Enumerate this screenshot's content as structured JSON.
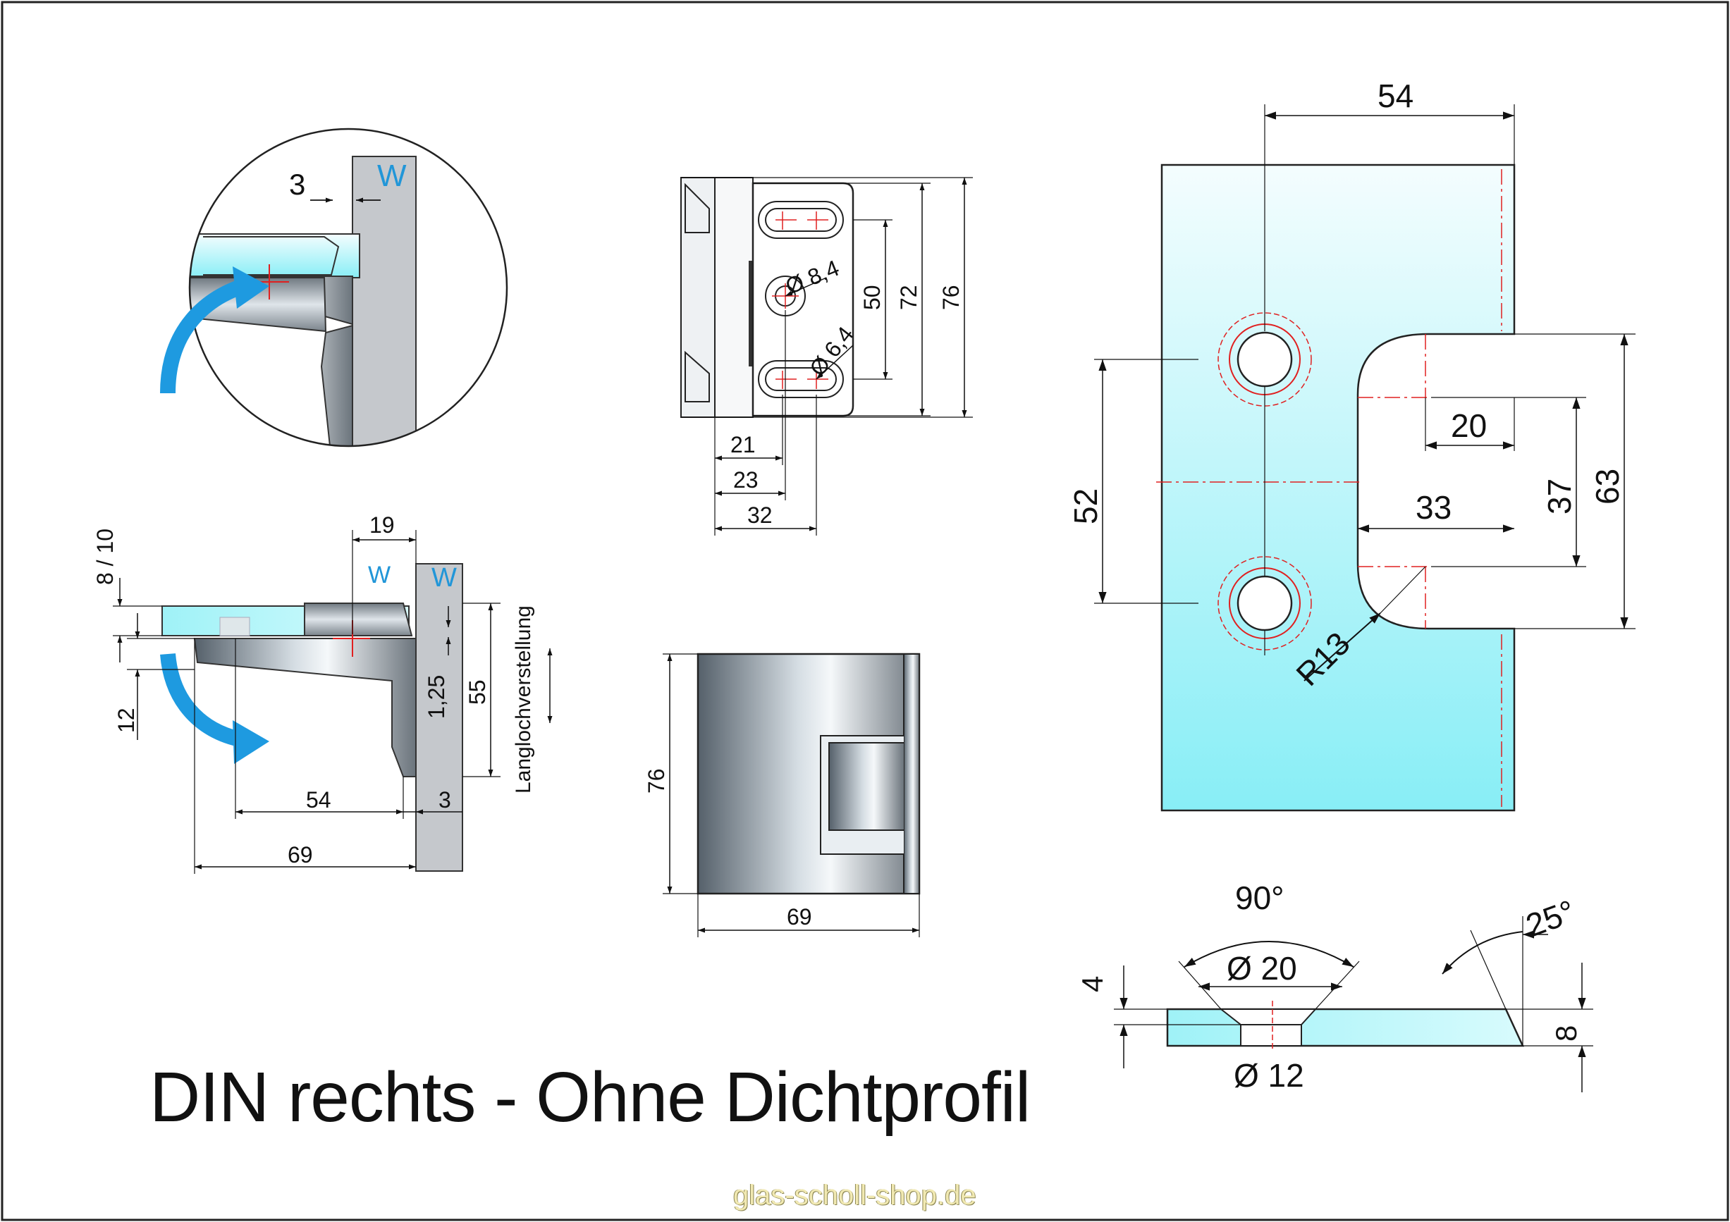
{
  "title": "DIN rechts - Ohne Dichtprofil",
  "watermark": "glas-scholl-shop.de",
  "colors": {
    "glass": "#a6f0f6",
    "metal_light": "#dbe2e8",
    "metal_dark": "#5f6870",
    "wall": "#c5c8cc",
    "accent_w": "#2196d8",
    "arrow": "#1e9ae0",
    "center_line": "#e02020"
  },
  "wall_marker": "W",
  "detail_circle": {
    "dim_gap": "3"
  },
  "side_view": {
    "dim_19": "19",
    "dim_8_10": "8 / 10",
    "dim_12": "12",
    "dim_1_25": "1,25",
    "dim_55": "55",
    "slot_label": "Langlochverstellung",
    "dim_54": "54",
    "dim_3": "3",
    "dim_69": "69"
  },
  "top_view": {
    "hole_large": "Ø 8,4",
    "hole_small": "Ø 6,4",
    "dim_50": "50",
    "dim_72": "72",
    "dim_76": "76",
    "dim_21": "21",
    "dim_23": "23",
    "dim_32": "32"
  },
  "front_view": {
    "dim_76": "76",
    "dim_69": "69"
  },
  "glass_cutout": {
    "dim_54": "54",
    "dim_52": "52",
    "dim_20": "20",
    "dim_33": "33",
    "dim_37": "37",
    "dim_63": "63",
    "radius": "R13"
  },
  "section_view": {
    "angle_90": "90°",
    "angle_25": "25°",
    "dia_20": "Ø 20",
    "dia_12": "Ø 12",
    "dim_4": "4",
    "dim_8": "8"
  }
}
